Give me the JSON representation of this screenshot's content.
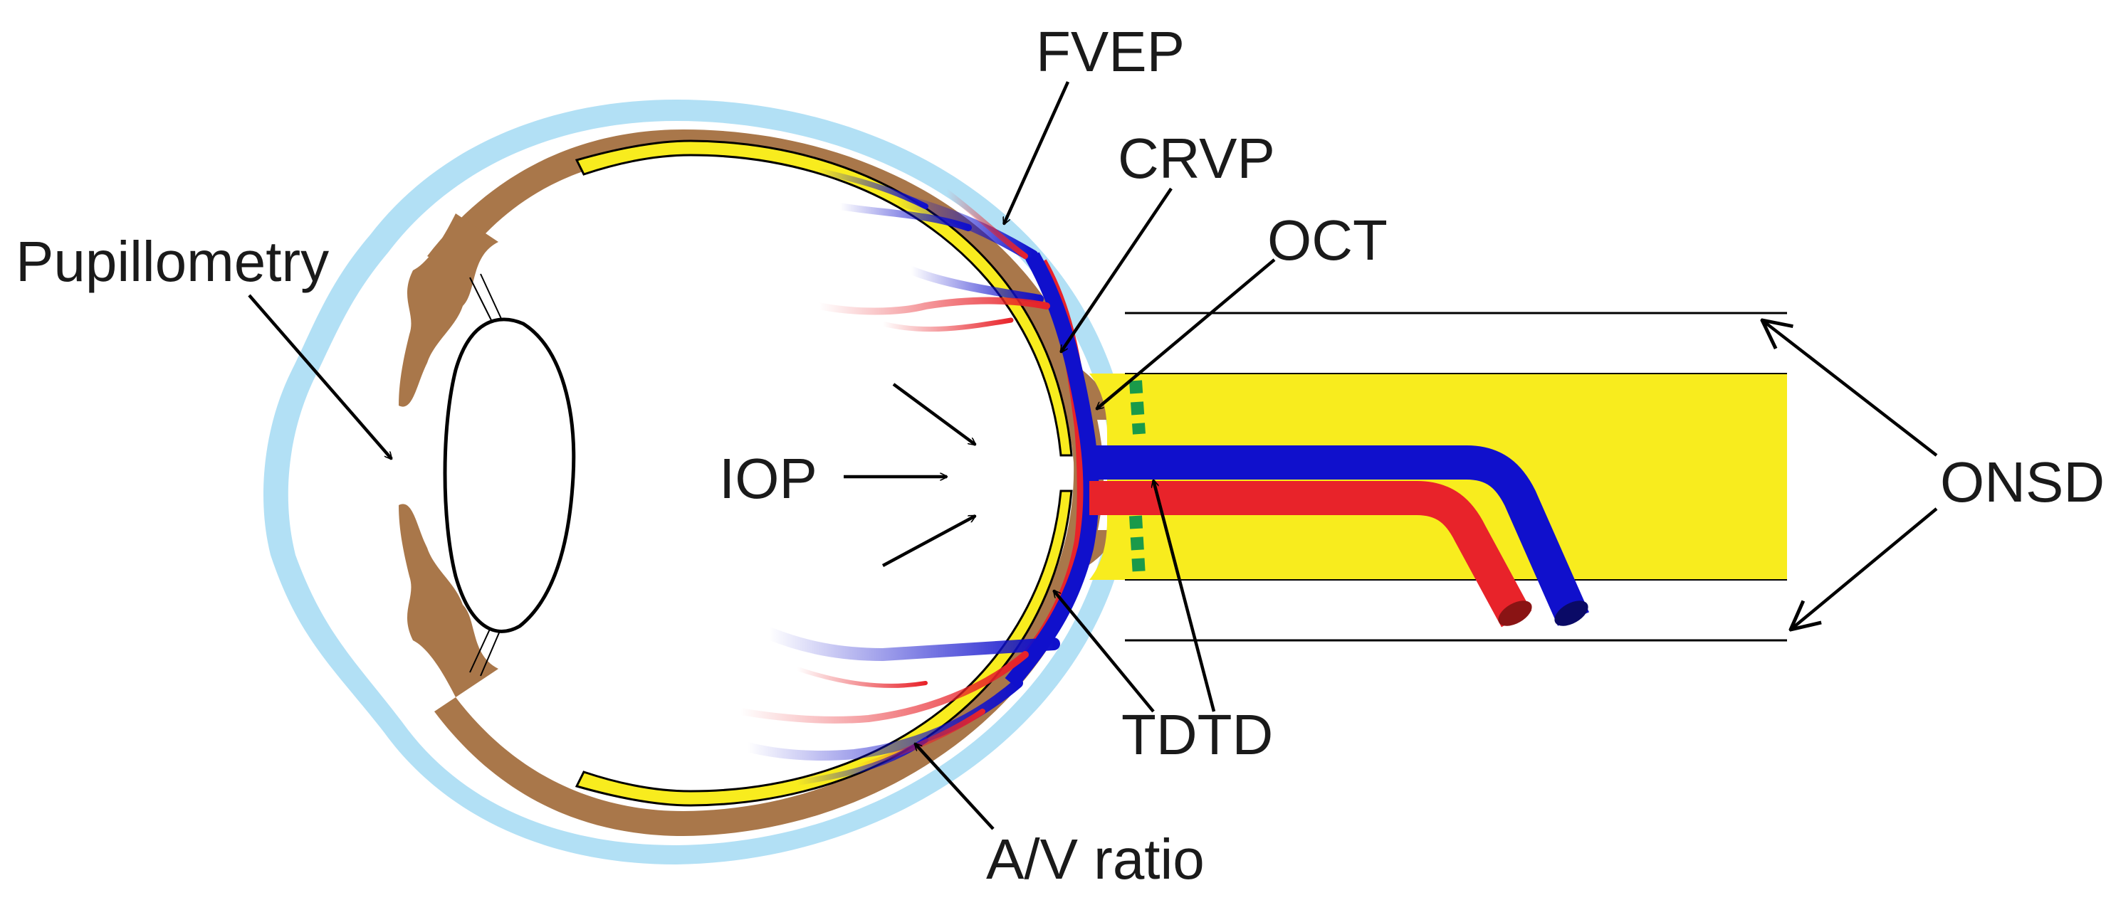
{
  "labels": {
    "fvep": "FVEP",
    "crvp": "CRVP",
    "oct": "OCT",
    "pupillometry": "Pupillometry",
    "iop": "IOP",
    "onsd": "ONSD",
    "tdtd": "TDTD",
    "av_ratio": "A/V ratio"
  },
  "colors": {
    "cornea_sclera_outer": "#b2e0f5",
    "choroid_iris": "#a9774a",
    "retina": "#f8ec1e",
    "artery": "#e8232a",
    "vein": "#1010cc",
    "lamina": "#1a9a4a",
    "line": "#000000"
  }
}
